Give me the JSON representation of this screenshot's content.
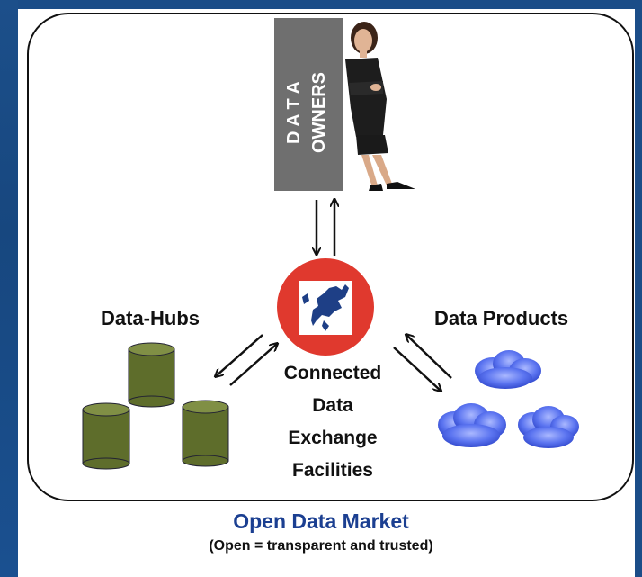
{
  "owners": {
    "line1": "D A T A",
    "line2": "OWNERS"
  },
  "hubs_label": "Data-Hubs",
  "products_label": "Data Products",
  "center_label": [
    "Connected",
    "Data",
    "Exchange",
    "Facilities"
  ],
  "footer": {
    "title": "Open Data Market",
    "subtitle": "(Open = transparent and trusted)"
  },
  "colors": {
    "panel_border": "#111111",
    "owners_box": "#6f6f6f",
    "hub_green": "#5e6d2b",
    "cloud_blue": "#3f5fe8",
    "center_red": "#e0392e",
    "title_blue": "#1b3f91",
    "background_blue": "#1b4d88"
  },
  "icons": [
    "data-hub-cylinder-icon",
    "cloud-icon",
    "europe-map-icon",
    "woman-figure-icon",
    "bidirectional-arrow-icon"
  ]
}
